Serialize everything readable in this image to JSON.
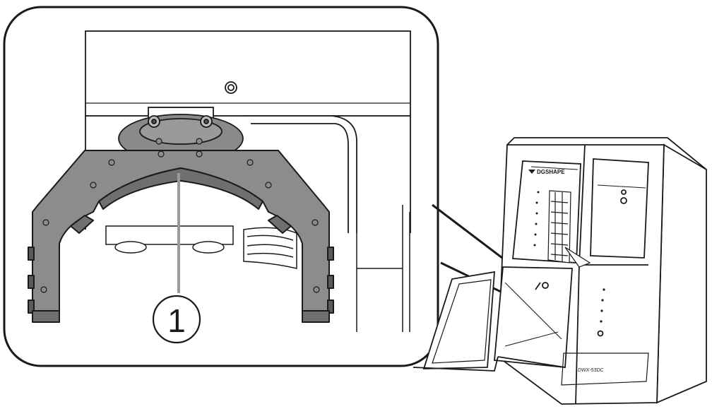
{
  "callout": {
    "number": "1"
  },
  "machine": {
    "brand": "DGSHAPE",
    "model": "DWX-53DC"
  }
}
